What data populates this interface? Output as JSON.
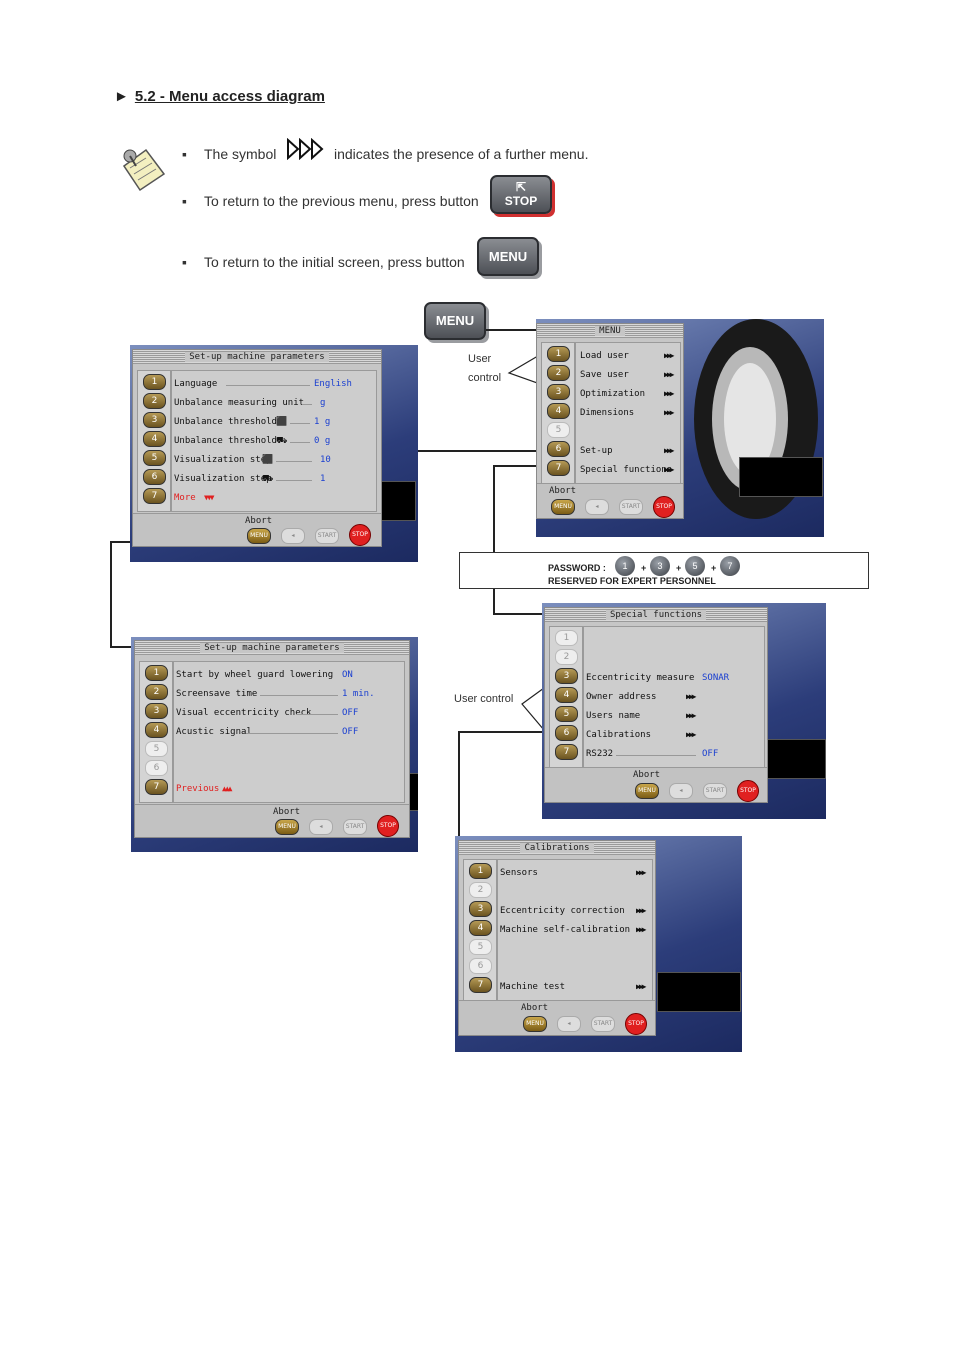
{
  "heading": {
    "marker": "►",
    "title": "5.2 - Menu access  diagram"
  },
  "notes": [
    {
      "before": "The symbol",
      "after": "indicates the presence of a further menu."
    },
    {
      "text": "To return to the previous menu, press button"
    },
    {
      "text": "To return to the initial screen, press button"
    }
  ],
  "buttons": {
    "stop": "STOP",
    "menu": "MENU"
  },
  "labels": {
    "user_control_1a": "User",
    "user_control_1b": "control",
    "user_control_2": "User control"
  },
  "password": {
    "label": "PASSWORD :",
    "digits": [
      "1",
      "3",
      "5",
      "7"
    ],
    "plus": "+",
    "reserved": "RESERVED FOR EXPERT PERSONNEL"
  },
  "screen_menu": {
    "title": "MENU",
    "nums": [
      "1",
      "2",
      "3",
      "4",
      "5",
      "6",
      "7"
    ],
    "items": [
      "Load user",
      "Save user",
      "Optimization",
      "Dimensions",
      "",
      "Set-up",
      "Special functions"
    ],
    "abort": "Abort",
    "btn_menu": "MENU",
    "btn_start": "START",
    "btn_stop": "STOP"
  },
  "screen_setup1": {
    "title": "Set-up machine parameters",
    "nums": [
      "1",
      "2",
      "3",
      "4",
      "5",
      "6",
      "7"
    ],
    "items": [
      "Language",
      "Unbalance measuring unit",
      "Unbalance threshold",
      "Unbalance threshold",
      "Visualization step",
      "Visualization step",
      "More"
    ],
    "values": [
      "English",
      "g",
      "1   g",
      "0   g",
      "10",
      "1",
      ""
    ],
    "abort": "Abort",
    "btn_menu": "MENU",
    "btn_start": "START",
    "btn_stop": "STOP"
  },
  "screen_setup2": {
    "title": "Set-up machine parameters",
    "nums": [
      "1",
      "2",
      "3",
      "4",
      "5",
      "6",
      "7"
    ],
    "items": [
      "Start by wheel guard lowering",
      "Screensave time",
      "Visual eccentricity check",
      "Acustic signal",
      "",
      "",
      "Previous"
    ],
    "values": [
      "ON",
      "1 min.",
      "OFF",
      "OFF",
      "",
      "",
      ""
    ],
    "abort": "Abort",
    "btn_menu": "MENU",
    "btn_start": "START",
    "btn_stop": "STOP"
  },
  "screen_special": {
    "title": "Special functions",
    "nums": [
      "1",
      "2",
      "3",
      "4",
      "5",
      "6",
      "7"
    ],
    "items": [
      "",
      "",
      "Eccentricity measure",
      "Owner address",
      "Users name",
      "Calibrations",
      "RS232"
    ],
    "values": [
      "",
      "",
      "SONAR",
      "",
      "",
      "",
      "OFF"
    ],
    "abort": "Abort",
    "btn_menu": "MENU",
    "btn_start": "START",
    "btn_stop": "STOP"
  },
  "screen_calib": {
    "title": "Calibrations",
    "nums": [
      "1",
      "2",
      "3",
      "4",
      "5",
      "6",
      "7"
    ],
    "items": [
      "Sensors",
      "",
      "Eccentricity correction",
      "Machine self-calibration",
      "",
      "",
      "Machine test"
    ],
    "abort": "Abort",
    "btn_menu": "MENU",
    "btn_start": "START",
    "btn_stop": "STOP"
  },
  "colors": {
    "value_blue": "#1a3fd0",
    "accent_red": "#e02020",
    "panel_gray": "#c6c6c6",
    "bg_blue": "#2c3d7a"
  },
  "icons": [
    "note-pin-icon",
    "further-menu-arrow-icon",
    "stop-button-icon",
    "menu-button-icon"
  ]
}
